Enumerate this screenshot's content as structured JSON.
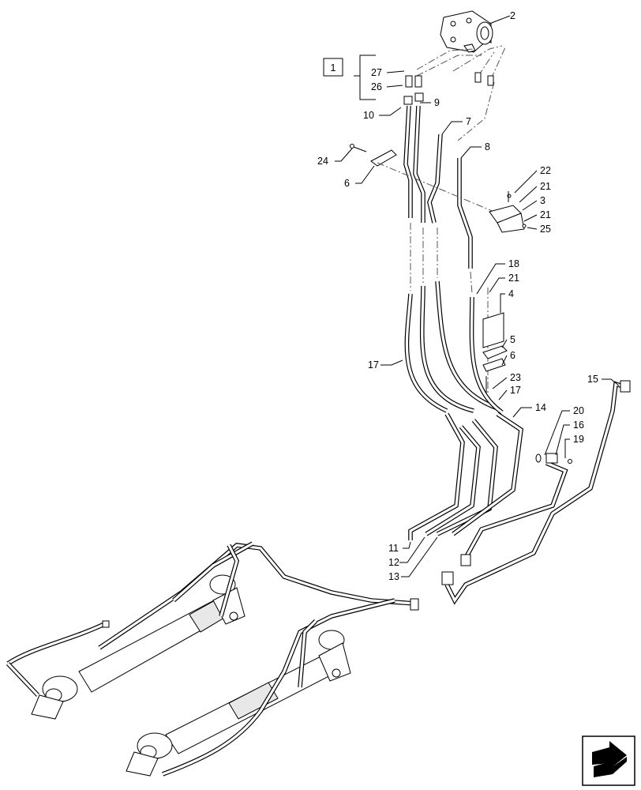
{
  "diagram": {
    "kit_box_label": "1",
    "callouts": [
      {
        "id": "c2",
        "text": "2"
      },
      {
        "id": "c27",
        "text": "27"
      },
      {
        "id": "c26",
        "text": "26"
      },
      {
        "id": "c10",
        "text": "10"
      },
      {
        "id": "c9",
        "text": "9"
      },
      {
        "id": "c7",
        "text": "7"
      },
      {
        "id": "c8",
        "text": "8"
      },
      {
        "id": "c24",
        "text": "24"
      },
      {
        "id": "c6a",
        "text": "6"
      },
      {
        "id": "c22",
        "text": "22"
      },
      {
        "id": "c21a",
        "text": "21"
      },
      {
        "id": "c3",
        "text": "3"
      },
      {
        "id": "c21b",
        "text": "21"
      },
      {
        "id": "c25",
        "text": "25"
      },
      {
        "id": "c18",
        "text": "18"
      },
      {
        "id": "c21c",
        "text": "21"
      },
      {
        "id": "c4",
        "text": "4"
      },
      {
        "id": "c5",
        "text": "5"
      },
      {
        "id": "c6b",
        "text": "6"
      },
      {
        "id": "c23",
        "text": "23"
      },
      {
        "id": "c17a",
        "text": "17"
      },
      {
        "id": "c17b",
        "text": "17"
      },
      {
        "id": "c14",
        "text": "14"
      },
      {
        "id": "c15",
        "text": "15"
      },
      {
        "id": "c20",
        "text": "20"
      },
      {
        "id": "c16",
        "text": "16"
      },
      {
        "id": "c19",
        "text": "19"
      },
      {
        "id": "c11",
        "text": "11"
      },
      {
        "id": "c12",
        "text": "12"
      },
      {
        "id": "c13",
        "text": "13"
      }
    ],
    "nav_icon": "next-page-arrow-icon"
  }
}
